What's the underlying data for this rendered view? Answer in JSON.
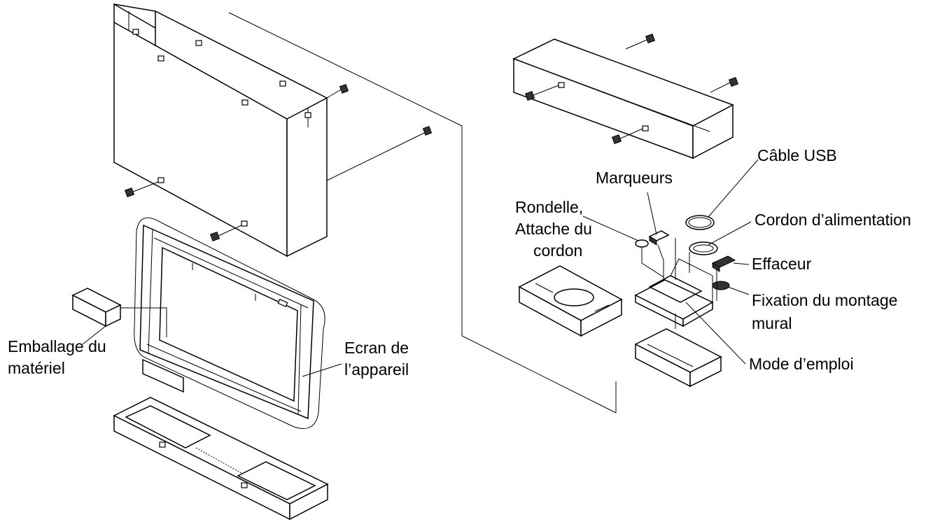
{
  "labels": {
    "cable_usb": "Câble USB",
    "marqueurs": "Marqueurs",
    "rondelle_line1": "Rondelle,",
    "rondelle_line2": "Attache du",
    "rondelle_line3": "cordon",
    "cordon_alimentation": "Cordon d’alimentation",
    "effaceur": "Effaceur",
    "fixation_line1": "Fixation du montage",
    "fixation_line2": "mural",
    "mode_emploi": "Mode d’emploi",
    "emballage_line1": "Emballage du",
    "emballage_line2": "matériel",
    "ecran_line1": "Ecran de",
    "ecran_line2": "l’appareil"
  },
  "colors": {
    "ink": "#000000",
    "background": "#ffffff",
    "tab_fill": "#333333"
  }
}
